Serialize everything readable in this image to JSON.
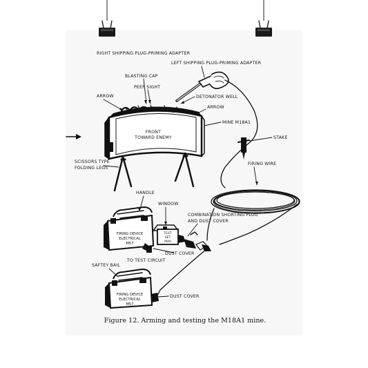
{
  "colors": {
    "background": "#ffffff",
    "poster": "#f7f7f7",
    "ink": "#111111",
    "clip": "#1a1a1a"
  },
  "labels": {
    "right_plug": "RIGHT SHIPPING PLUG-PRIMING ADAPTER",
    "left_plug": "LEFT SHIPPING PLUG-PRIMING ADAPTER",
    "blasting_cap": "BLASTING CAP",
    "peep_sight": "PEEP SIGHT",
    "detonator_well": "DETONATOR WELL",
    "arrow_left": "ARROW",
    "arrow_right": "ARROW",
    "mine": "MINE M18A1",
    "front_1": "FRONT",
    "front_2": "TOWARD ENEMY",
    "stake": "STAKE",
    "firing_wire": "FIRING WIRE",
    "legs_1": "SCISSORS TYPE",
    "legs_2": "FOLDING LEGS",
    "handle": "HANDLE",
    "window": "WINDOW",
    "shorting_1": "COMBINATION SHORTING PLUG",
    "shorting_2": "AND DUST COVER",
    "device1_1": "FIRING DEVICE",
    "device1_2": "ELECTRICAL",
    "device1_3": "M57",
    "test_set_1": "TEST",
    "test_set_2": "SET",
    "test_set_3": "M40",
    "dust_cover_1": "DUST COVER",
    "to_test": "TO TEST CIRCUIT",
    "safety_bail": "SAFTEY BAIL",
    "device2_1": "FIRING DEVICE",
    "device2_2": "ELECTRICAL",
    "device2_3": "M57",
    "dust_cover_2": "DUST COVER"
  },
  "caption": "Figure 12.  Arming and testing the M18A1 mine."
}
